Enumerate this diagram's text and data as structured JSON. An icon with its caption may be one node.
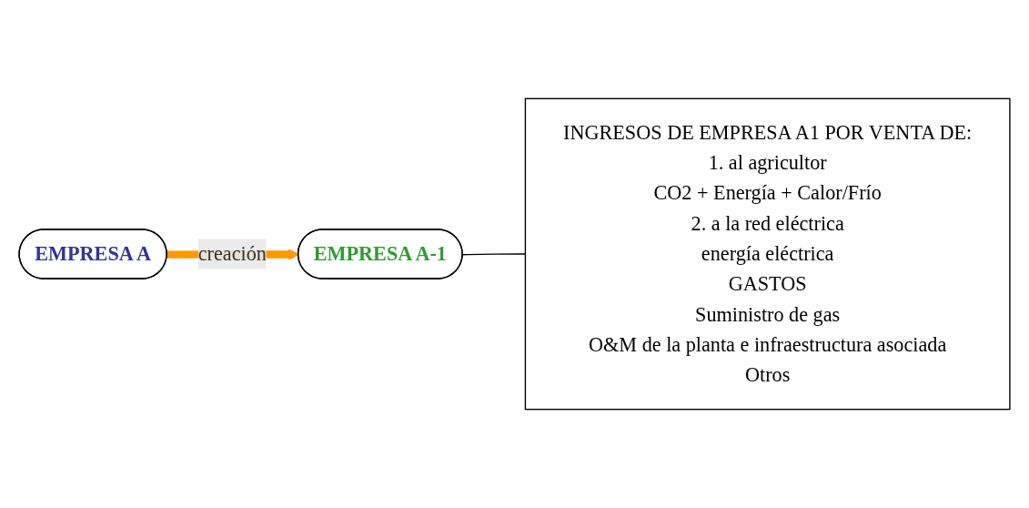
{
  "diagram": {
    "nodes": [
      {
        "text": [
          "EMPRESA A"
        ]
      },
      {
        "text": [
          "EMPRESA A-1"
        ]
      },
      {
        "text": [
          "INGRESOS DE EMPRESA A1 POR VENTA DE:",
          "1. al agricultor",
          "CO2 + Energía + Calor/Frío",
          "2. a la red eléctrica",
          "energía eléctrica",
          "GASTOS",
          "Suministro de gas",
          "O&M de la planta e infraestructura asociada",
          "Otros"
        ]
      }
    ],
    "edges": [
      {
        "from": 0,
        "to": 1,
        "arrow": "to",
        "label": "creación",
        "style": "thick",
        "color": "#ff9900"
      },
      {
        "from": 1,
        "to": 2,
        "arrow": "none",
        "color": "#000000"
      }
    ]
  }
}
